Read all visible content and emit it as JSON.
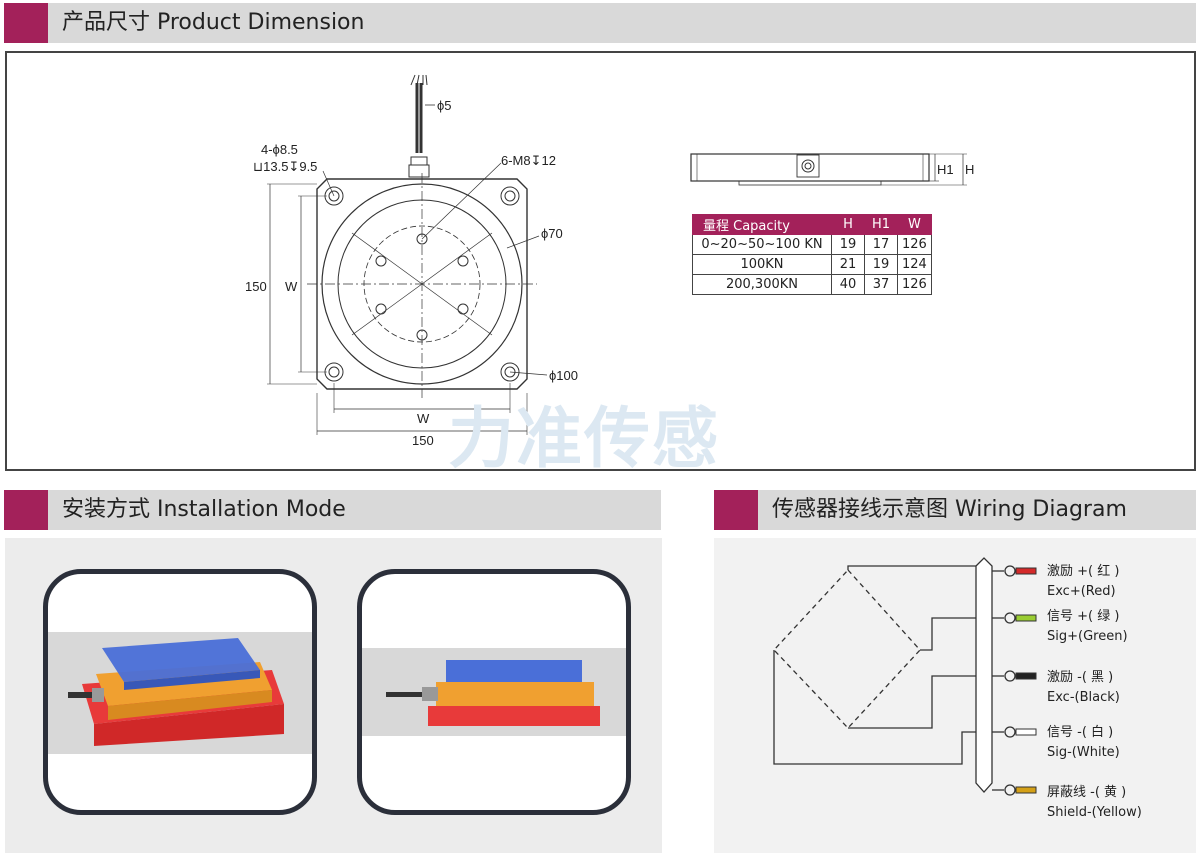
{
  "sections": {
    "dimension_title": "产品尺寸 Product Dimension",
    "installation_title": "安装方式 Installation Mode",
    "wiring_title": "传感器接线示意图  Wiring Diagram"
  },
  "drawing": {
    "cable_dia": "ϕ5",
    "hole_spec_1": "4-ϕ8.5",
    "hole_spec_2": "⊔13.5↧9.5",
    "thread_spec": "6-M8↧12",
    "dia_inner": "ϕ70",
    "dia_outer": "ϕ100",
    "dim_150_left": "150",
    "dim_w_left": "W",
    "dim_w_bottom": "W",
    "dim_150_bottom": "150",
    "side_h1": "H1",
    "side_h": "H"
  },
  "capacity_table": {
    "headers": [
      "量程 Capacity",
      "H",
      "H1",
      "W"
    ],
    "rows": [
      [
        "0~20~50~100 KN",
        "19",
        "17",
        "126"
      ],
      [
        "100KN",
        "21",
        "19",
        "124"
      ],
      [
        "200,300KN",
        "40",
        "37",
        "126"
      ]
    ]
  },
  "watermark": "力准传感",
  "wiring": {
    "wires": [
      {
        "cn": "激励 +( 红 )",
        "en": "Exc+(Red)",
        "color": "#d42a2a"
      },
      {
        "cn": "信号 +( 绿 )",
        "en": "Sig+(Green)",
        "color": "#9acd32"
      },
      {
        "cn": "激励 -( 黑 )",
        "en": "Exc-(Black)",
        "color": "#222222"
      },
      {
        "cn": "信号 -( 白 )",
        "en": "Sig-(White)",
        "color": "#ffffff"
      },
      {
        "cn": "屏蔽线 -( 黄 )",
        "en": "Shield-(Yellow)",
        "color": "#d4a017"
      }
    ]
  },
  "colors": {
    "accent": "#a3215a",
    "header_bg": "#d9d9d9",
    "model_top": "#4a6fd8",
    "model_mid": "#f0a030",
    "model_base": "#e83a3a"
  }
}
